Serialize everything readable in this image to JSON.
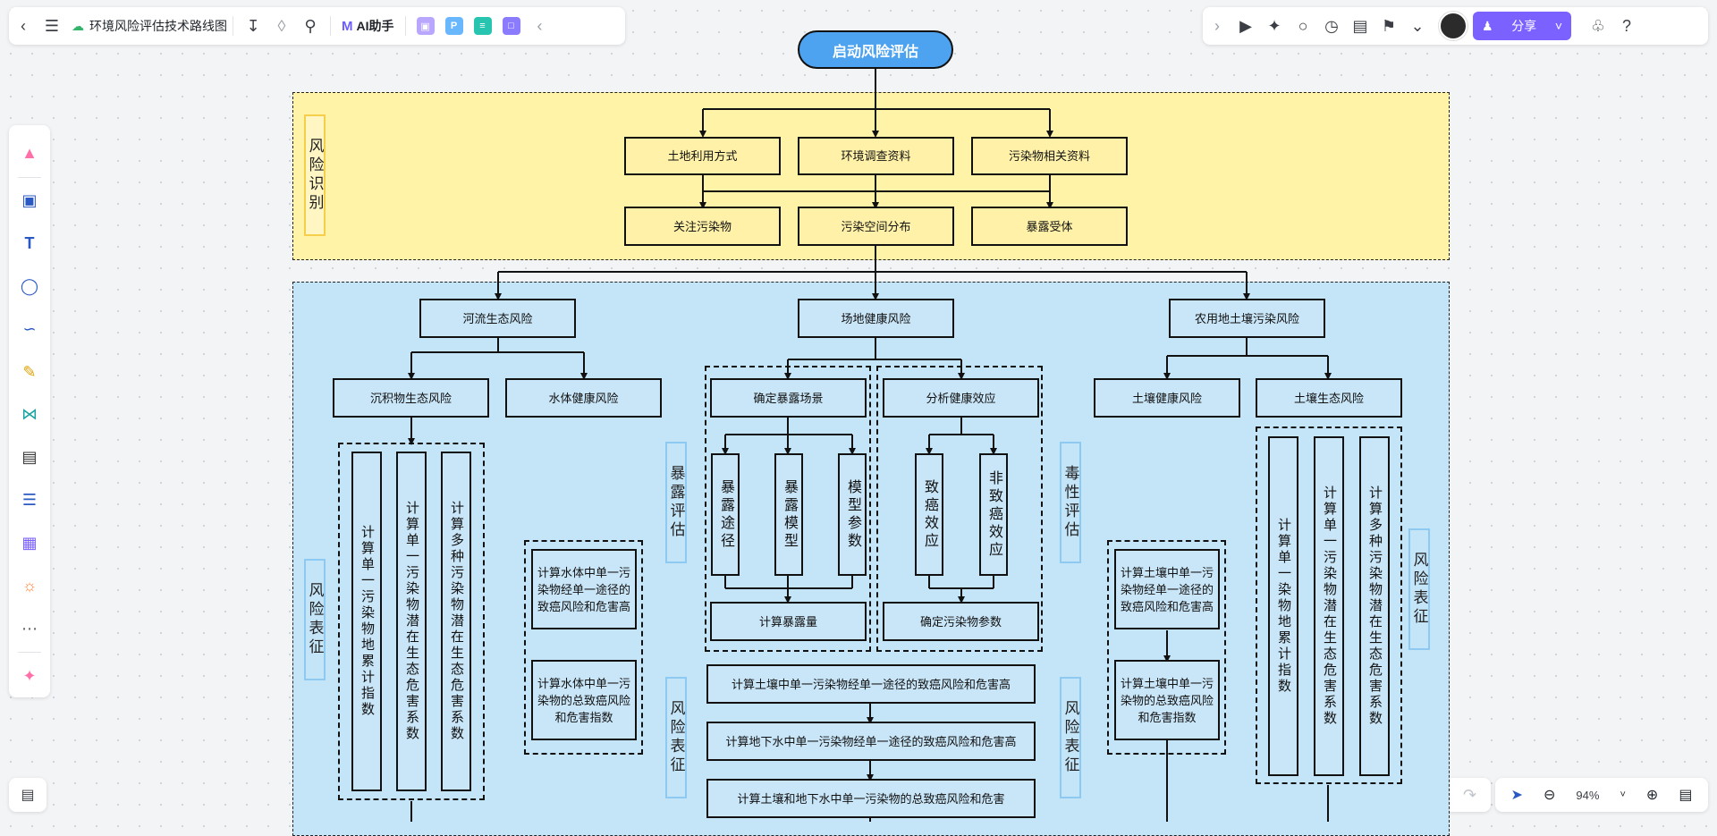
{
  "toolbar": {
    "doc_title": "环境风险评估技术路线图",
    "ai_label": "AI助手",
    "share_label": "分享",
    "zoom": "94%"
  },
  "diagram": {
    "start": "启动风险评估",
    "section_labels": {
      "risk_identification": "风险识别",
      "risk_char_left": "风险表征",
      "risk_char_right": "风险表征",
      "exposure_assessment": "暴露评估",
      "toxicity_assessment": "毒性评估",
      "risk_char_center_left": "风险表征",
      "risk_char_center_right": "风险表征"
    },
    "identification_nodes": [
      "土地利用方式",
      "环境调查资料",
      "污染物相关资料",
      "关注污染物",
      "污染空间分布",
      "暴露受体"
    ],
    "branches": {
      "river": "河流生态风险",
      "site": "场地健康风险",
      "farmland": "农用地土壤污染风险"
    },
    "river": {
      "sediment": "沉积物生态风险",
      "water": "水体健康风险",
      "sediment_items": [
        "计算单一污染物地累计指数",
        "计算单一污染物潜在生态危害系数",
        "计算多种污染物潜在生态危害系数"
      ],
      "water_items": [
        "计算水体中单一污染物经单一途径的致癌风险和危害高",
        "计算水体中单一污染物的总致癌风险和危害指数"
      ]
    },
    "site": {
      "exposure": "确定暴露场景",
      "effect": "分析健康效应",
      "exposure_items": [
        "暴露途径",
        "暴露模型",
        "模型参数"
      ],
      "effect_items": [
        "致癌效应",
        "非致癌效应"
      ],
      "calc_exposure": "计算暴露量",
      "param": "确定污染物参数",
      "chain": [
        "计算土壤中单一污染物经单一途径的致癌风险和危害高",
        "计算地下水中单一污染物经单一途径的致癌风险和危害高",
        "计算土壤和地下水中单一污染物的总致癌风险和危害"
      ]
    },
    "farmland": {
      "soil_health": "土壤健康风险",
      "soil_eco": "土壤生态风险",
      "health_items": [
        "计算土壤中单一污染物经单一途径的致癌风险和危害高",
        "计算土壤中单一污染物的总致癌风险和危害指数"
      ],
      "eco_items": [
        "计算单一染物地累计指数",
        "计算单一污染物潜在生态危害系数",
        "计算多种污染物潜在生态危害系数"
      ]
    }
  }
}
